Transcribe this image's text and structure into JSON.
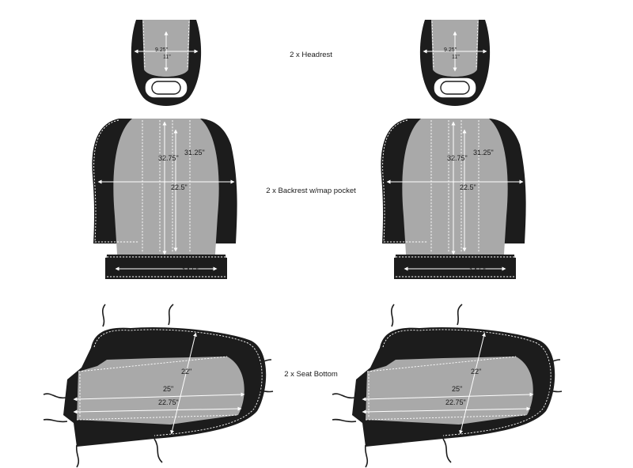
{
  "captions": {
    "headrest": "2 x Headrest",
    "backrest": "2 x Backrest w/map pocket",
    "seat_bottom": "2 x Seat Bottom"
  },
  "headrest": {
    "height": "9.25\"",
    "width": "11\""
  },
  "backrest": {
    "height_outer": "32.75\"",
    "height_inner": "31.25\"",
    "width": "22.5\"",
    "bottom_width": "14.5\""
  },
  "seat_bottom": {
    "depth": "22\"",
    "width": "25\"",
    "front_width": "22.75\""
  },
  "colors": {
    "fabric_dark": "#1c1c1c",
    "fabric_panel": "#a9a9a9",
    "stitching": "#ffffff"
  }
}
